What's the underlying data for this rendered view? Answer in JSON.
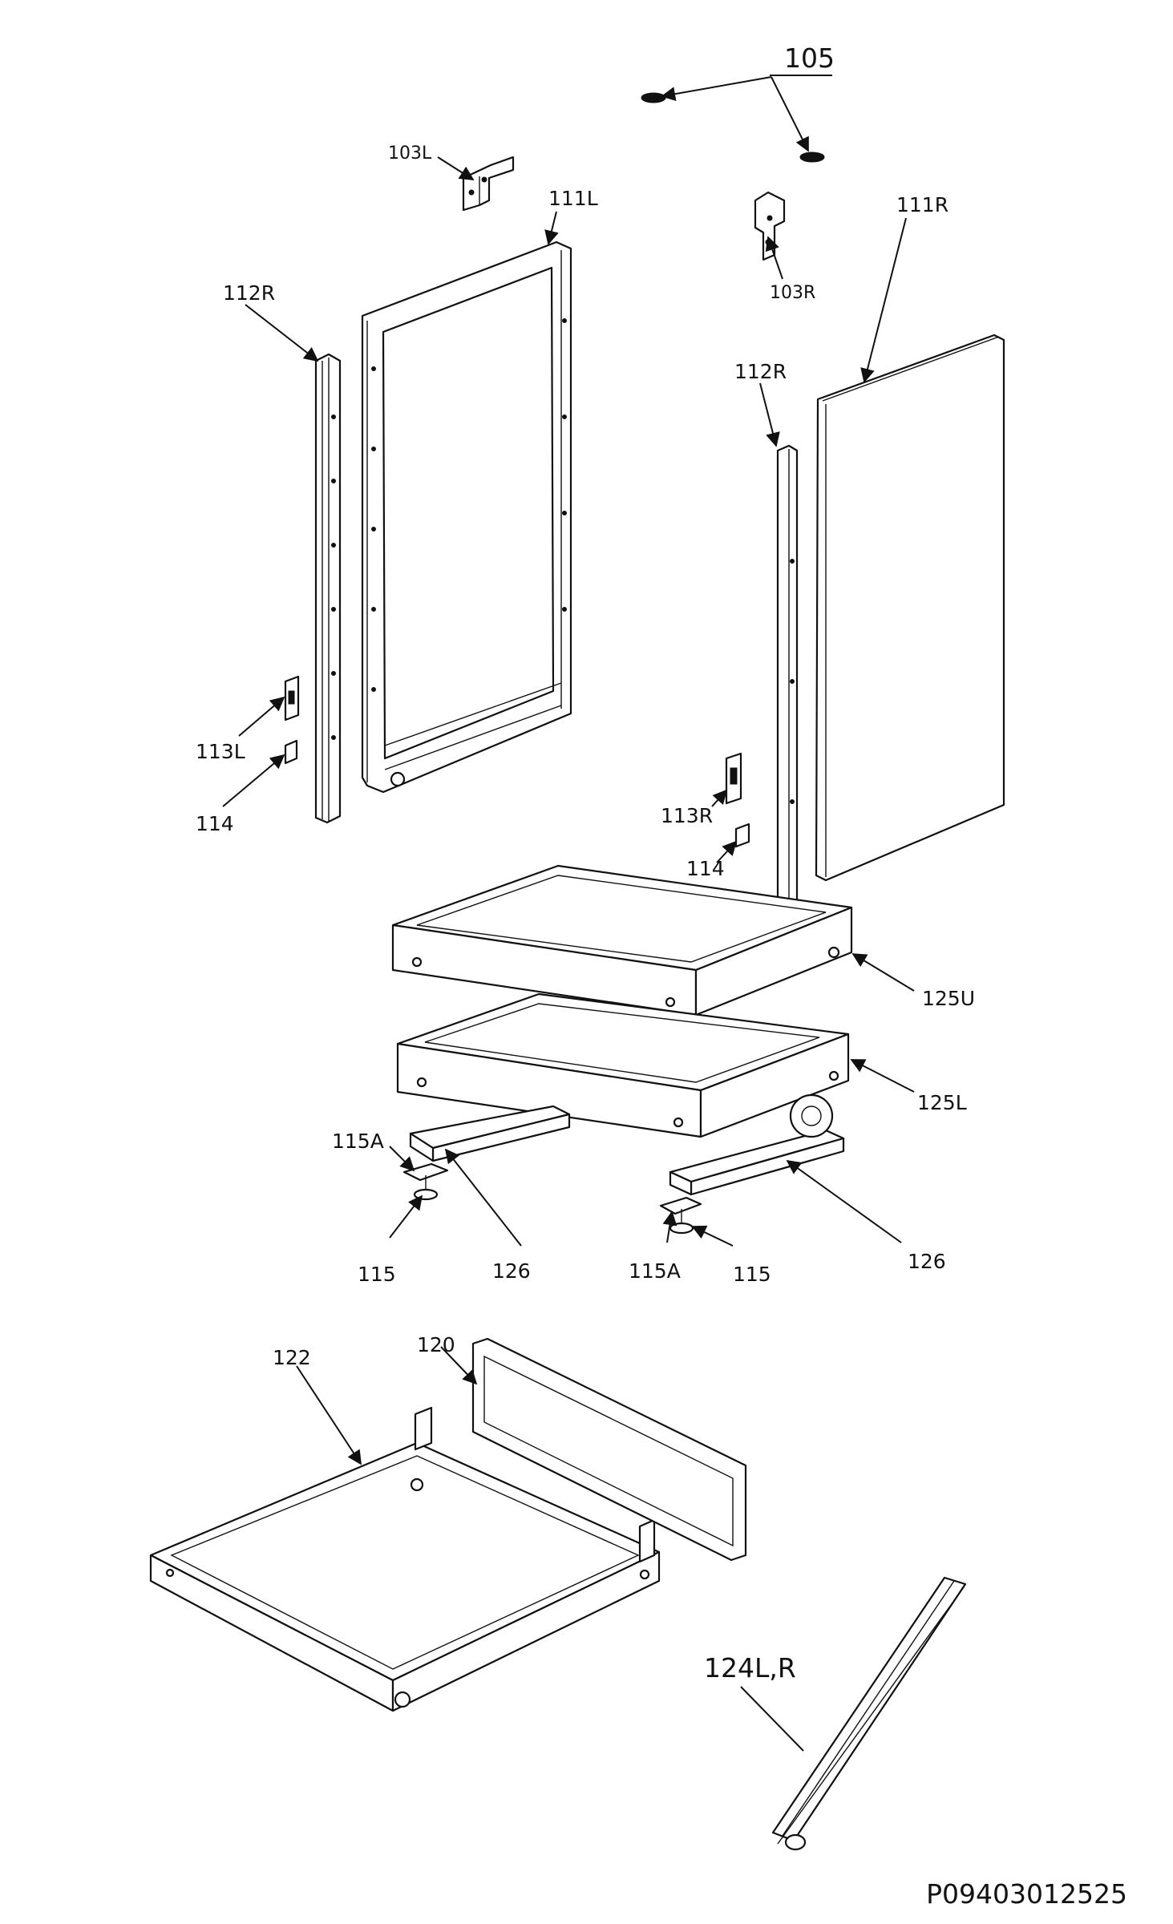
{
  "callouts": {
    "c105": "105",
    "c103L": "103L",
    "c111L": "111L",
    "c103R": "103R",
    "c111R": "111R",
    "c112R_left": "112R",
    "c112R_right": "112R",
    "c113L": "113L",
    "c114_left": "114",
    "c113R": "113R",
    "c114_right": "114",
    "c125U": "125U",
    "c125L": "125L",
    "c115A_left": "115A",
    "c115_left": "115",
    "c126_left": "126",
    "c115A_right": "115A",
    "c115_right": "115",
    "c126_right": "126",
    "c122": "122",
    "c120": "120",
    "c124LR": "124L,R"
  },
  "drawing_code": "P09403012525",
  "colors": {
    "line": "#111111",
    "background": "#ffffff"
  }
}
